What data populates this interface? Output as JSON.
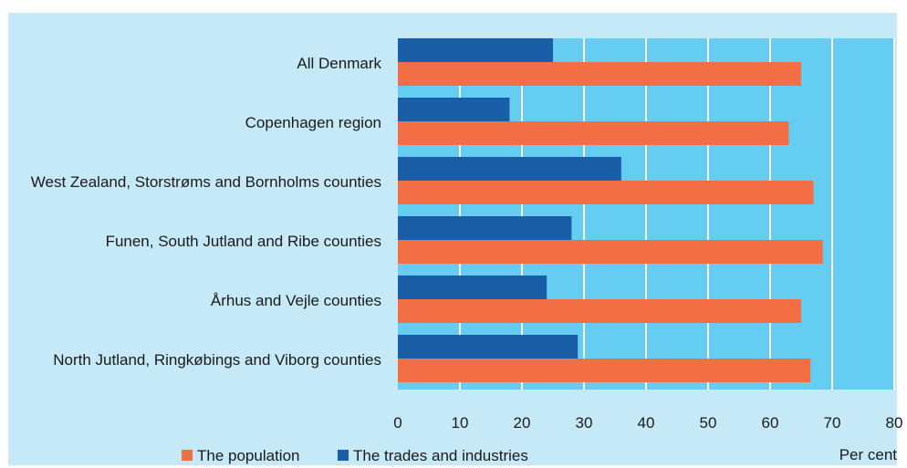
{
  "chart_data": {
    "type": "bar",
    "orientation": "horizontal",
    "categories": [
      "All Denmark",
      "Copenhagen region",
      "West Zealand, Storstrøms and Bornholms counties",
      "Funen, South Jutland and Ribe counties",
      "Århus and Vejle counties",
      "North Jutland, Ringkøbings and Viborg counties"
    ],
    "series": [
      {
        "name": "The trades and industries",
        "values": [
          25,
          18,
          36,
          28,
          24,
          29
        ]
      },
      {
        "name": "The population",
        "values": [
          65,
          63,
          67,
          68.5,
          65,
          66.5
        ]
      }
    ],
    "x_ticks": [
      "0",
      "10",
      "20",
      "30",
      "40",
      "50",
      "60",
      "70",
      "80"
    ],
    "xlim": [
      0,
      80
    ],
    "xlabel": "Per cent",
    "grid": true,
    "legend_position": "bottom-left"
  },
  "colors": {
    "background": "#c6e9f8",
    "plot_area": "#66cdf2",
    "population": "#f26f45",
    "trades": "#1a5ea8",
    "grid": "#ffffff"
  }
}
